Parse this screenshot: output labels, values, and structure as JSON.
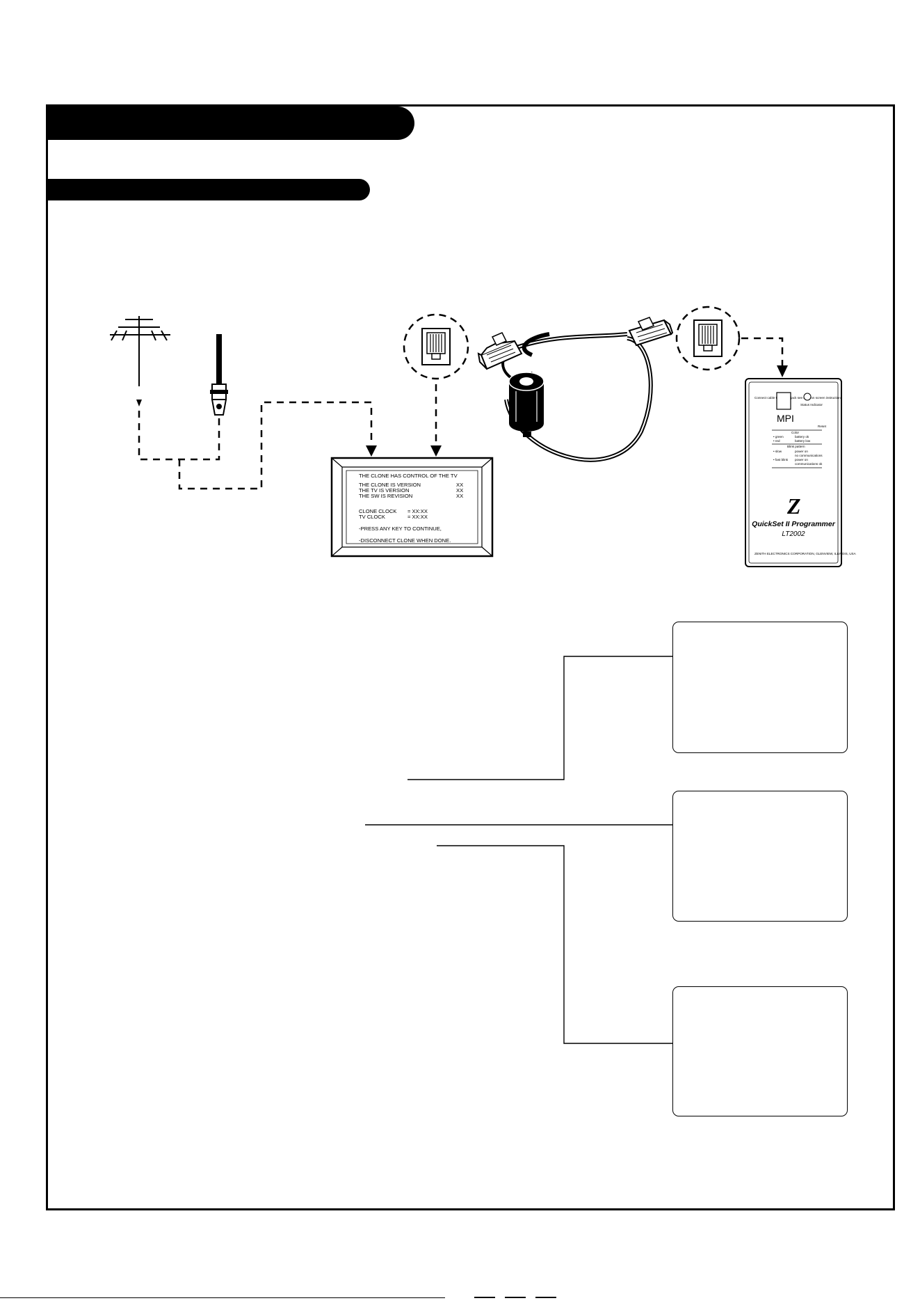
{
  "tv_screen": {
    "line1": "THE CLONE HAS CONTROL OF THE TV",
    "line2": "THE CLONE IS VERSION",
    "line2_val": "XX",
    "line3": "THE TV IS VERSION",
    "line3_val": "XX",
    "line4": "THE SW IS REVISION",
    "line4_val": "XX",
    "line5": "CLONE CLOCK",
    "line5_val": "= XX:XX",
    "line6": "TV CLOCK",
    "line6_val": "= XX:XX",
    "line7": "-PRESS ANY KEY TO CONTINUE,",
    "line8": "-DISCONNECT CLONE WHEN DONE."
  },
  "programmer": {
    "connect_note": "Connect cable to TV MPI jack see label on screen instruction.",
    "status_label": "Status Indicator",
    "jack_label": "MPI",
    "reset_label": "Reset",
    "color_header": "Color",
    "green_label": "• green",
    "green_desc": "battery ok",
    "red_label": "• red",
    "red_desc": "battery low",
    "blink_header": "Blink pattern",
    "slow_label": "• slow",
    "slow_desc": "power on",
    "slow_desc2": "no communications",
    "fast_label": "• fast blink",
    "fast_desc": "power on",
    "fast_desc2": "communications ok",
    "logo_letter": "Z",
    "product_name": "QuickSet II Programmer",
    "model": "LT2002",
    "maker": "ZENITH ELECTRONICS CORPORATION, GLENVIEW, ILLINOIS, USA"
  }
}
